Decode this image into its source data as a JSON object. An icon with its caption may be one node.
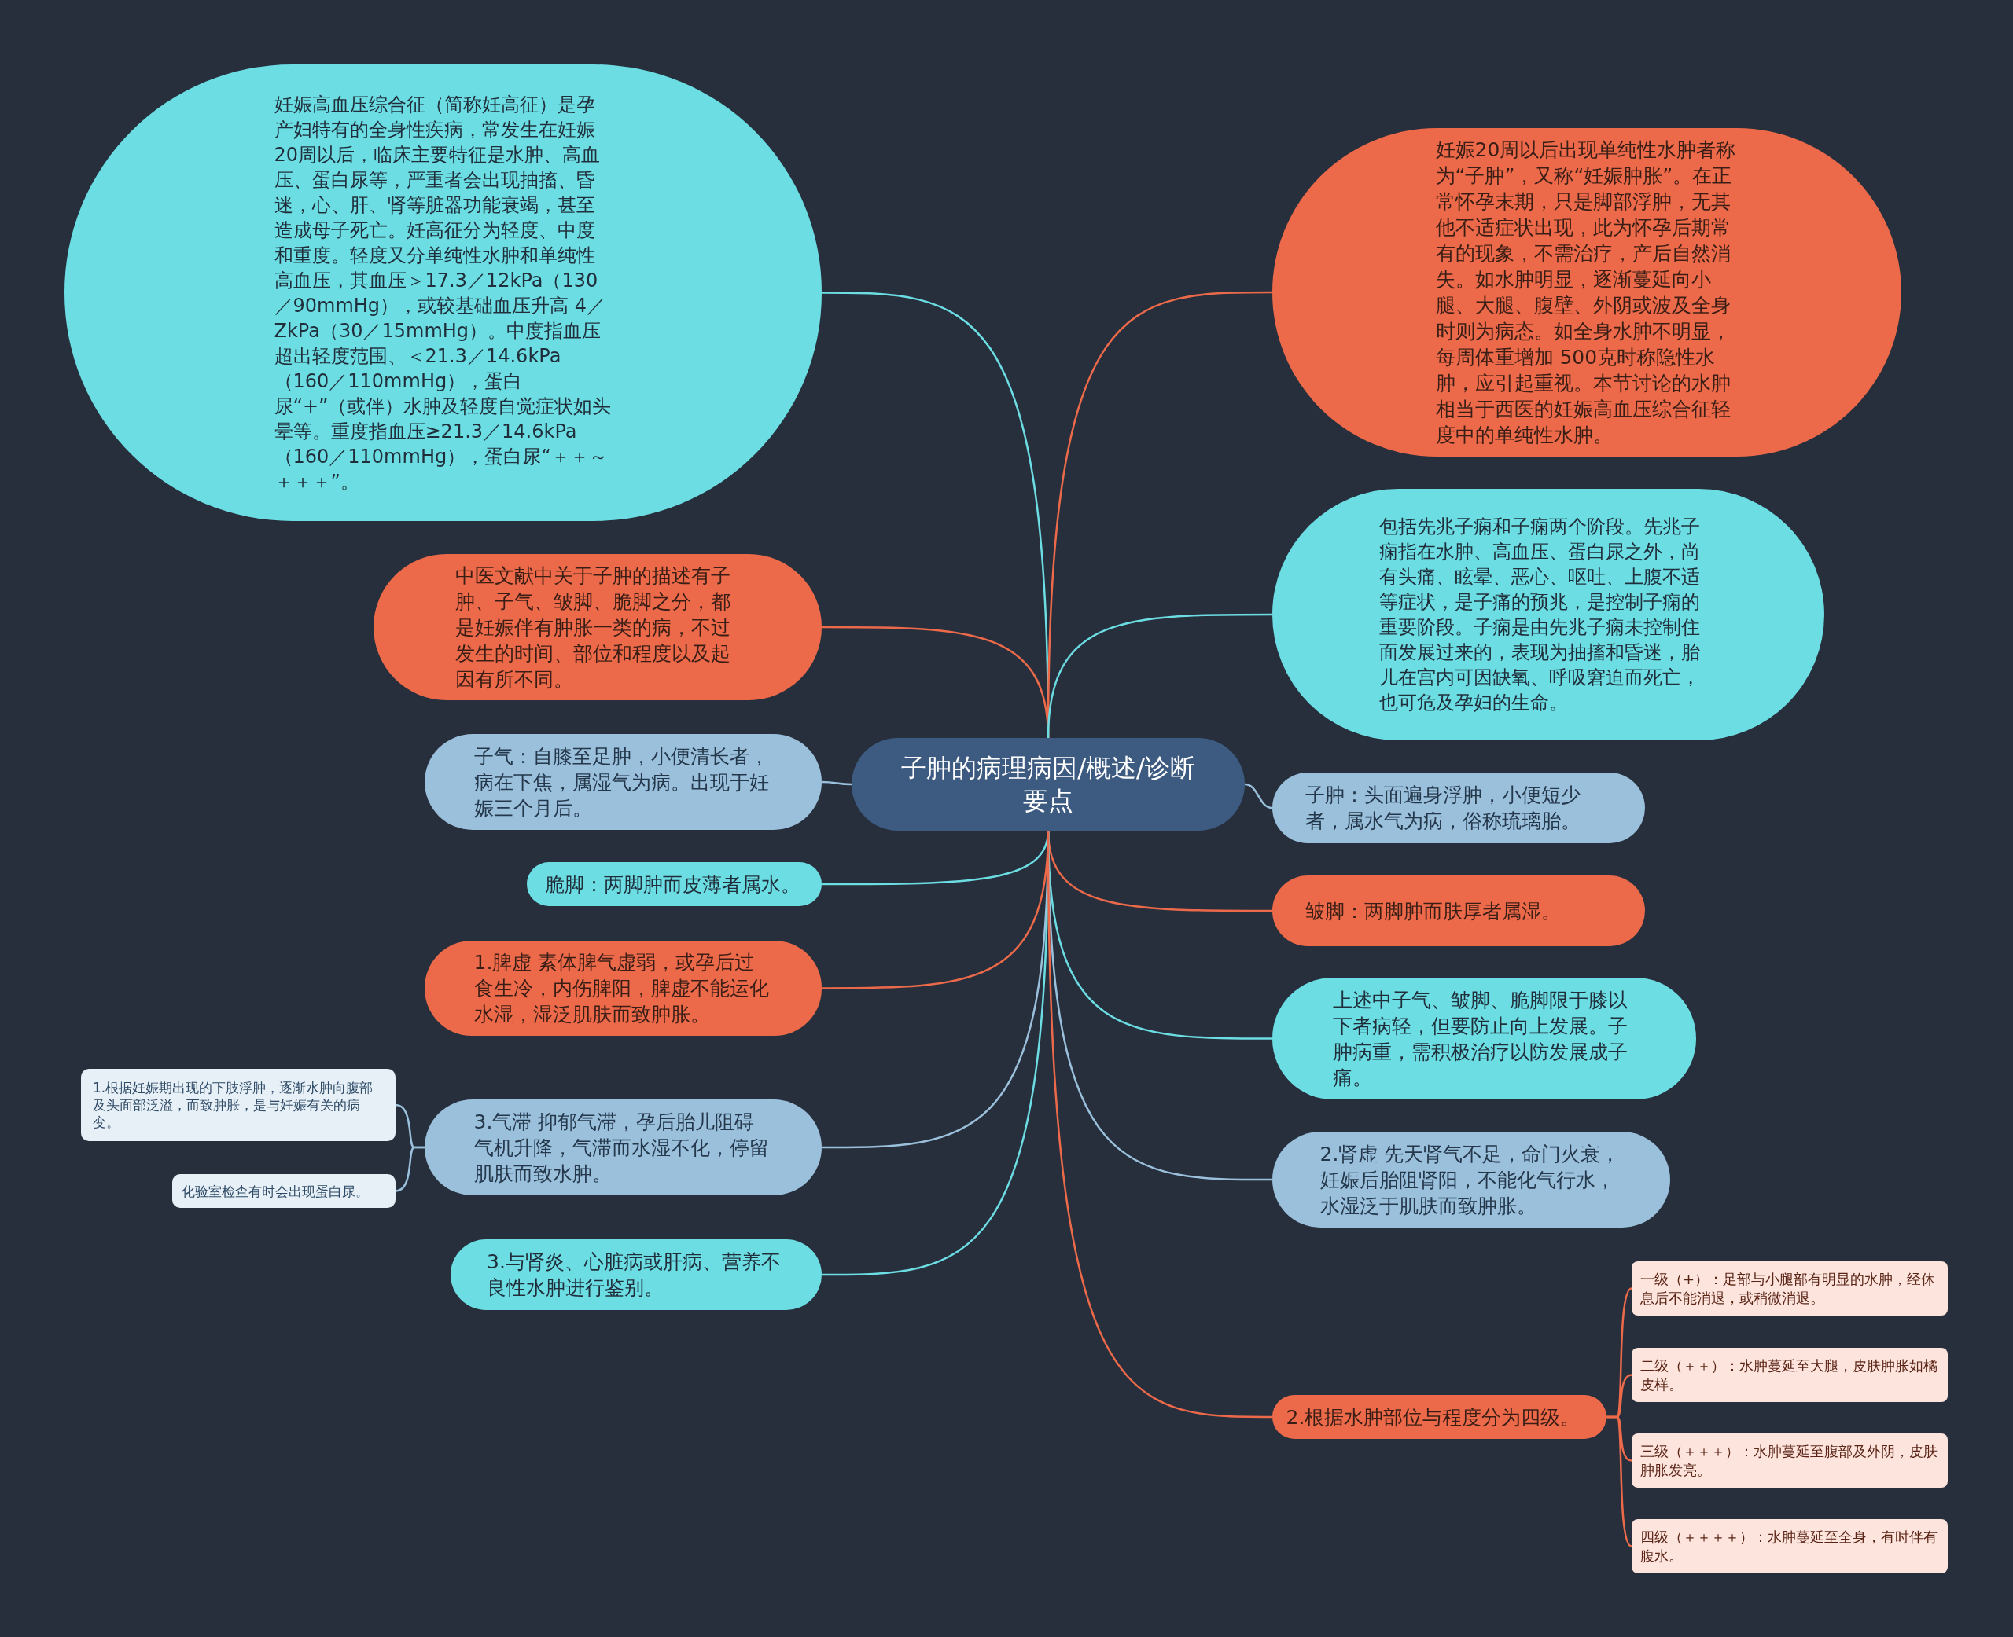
{
  "diagram": {
    "nodes": [
      {
        "text": [
          "子肿的病理病因/概述/诊断要点"
        ]
      },
      {
        "text": [
          "妊娠高血压综合征（简称妊高征）是孕产妇特有的全身性疾病，常发生在妊娠20周以后，临床主要特征是水肿、高血压、蛋白尿等，严重者会出现抽搐、昏迷，心、肝、肾等脏器功能衰竭，甚至造成母子死亡。妊高征分为轻度、中度和重度。轻度又分单纯性水肿和单纯性高血压，其血压＞17.3／12kPa（130／90mmHg），或较基础血压升高 4／ZkPa（30／15mmHg）。中度指血压超出轻度范围、＜21.3／14.6kPa（160／110mmHg），蛋白尿“+”（或伴）水肿及轻度自觉症状如头晕等。重度指血压≥21.3／14.6kPa（160／110mmHg），蛋白尿“＋＋～＋＋＋”。"
        ]
      },
      {
        "text": [
          "中医文献中关于子肿的描述有子肿、子气、皱脚、脆脚之分，都是妊娠伴有肿胀一类的病，不过发生的时间、部位和程度以及起因有所不同。"
        ]
      },
      {
        "text": [
          "子气：自膝至足肿，小便清长者，病在下焦，属湿气为病。出现于妊娠三个月后。"
        ]
      },
      {
        "text": [
          "脆脚：两脚肿而皮薄者属水。"
        ]
      },
      {
        "text": [
          "1.脾虚 素体脾气虚弱，或孕后过食生冷，内伤脾阳，脾虚不能运化水湿，湿泛肌肤而致肿胀。"
        ]
      },
      {
        "text": [
          "3.气滞 抑郁气滞，孕后胎儿阻碍气机升降，气滞而水湿不化，停留肌肤而致水肿。"
        ]
      },
      {
        "text": [
          "1.根据妊娠期出现的下肢浮肿，逐渐水肿向腹部及头面部泛溢，而致肿胀，是与妊娠有关的病变。"
        ]
      },
      {
        "text": [
          "化验室检查有时会出现蛋白尿。"
        ]
      },
      {
        "text": [
          "3.与肾炎、心脏病或肝病、营养不良性水肿进行鉴别。"
        ]
      },
      {
        "text": [
          "妊娠20周以后出现单纯性水肿者称为“子肿”，又称“妊娠肿胀”。在正常怀孕末期，只是脚部浮肿，无其他不适症状出现，此为怀孕后期常有的现象，不需治疗，产后自然消失。如水肿明显，逐渐蔓延向小腿、大腿、腹壁、外阴或波及全身时则为病态。如全身水肿不明显，每周体重增加 500克时称隐性水肿，应引起重视。本节讨论的水肿相当于西医的妊娠高血压综合征轻度中的单纯性水肿。"
        ]
      },
      {
        "text": [
          "包括先兆子痫和子痫两个阶段。先兆子痫指在水肿、高血压、蛋白尿之外，尚有头痛、眩晕、恶心、呕吐、上腹不适等症状，是子痛的预兆，是控制子痫的重要阶段。子痫是由先兆子痫未控制住面发展过来的，表现为抽搐和昏迷，胎儿在宫内可因缺氧、呼吸窘迫而死亡，也可危及孕妇的生命。"
        ]
      },
      {
        "text": [
          "子肿：头面遍身浮肿，小便短少者，属水气为病，俗称琉璃胎。"
        ]
      },
      {
        "text": [
          "皱脚：两脚肿而肤厚者属湿。"
        ]
      },
      {
        "text": [
          "上述中子气、皱脚、脆脚限于膝以下者病轻，但要防止向上发展。子肿病重，需积极治疗以防发展成子痛。"
        ]
      },
      {
        "text": [
          "2.肾虚 先天肾气不足，命门火衰，妊娠后胎阻肾阳，不能化气行水，水湿泛于肌肤而致肿胀。"
        ]
      },
      {
        "text": [
          "2.根据水肿部位与程度分为四级。"
        ]
      },
      {
        "text": [
          "一级（+）：足部与小腿部有明显的水肿，经休息后不能消退，或稍微消退。"
        ]
      },
      {
        "text": [
          "二级（＋＋）：水肿蔓延至大腿，皮肤肿胀如橘皮样。"
        ]
      },
      {
        "text": [
          "三级（＋＋＋）：水肿蔓延至腹部及外阴，皮肤肿胀发亮。"
        ]
      },
      {
        "text": [
          "四级（＋＋＋＋）：水肿蔓延至全身，有时伴有腹水。"
        ]
      }
    ],
    "edges": [
      {
        "from": 0,
        "to": 1,
        "arrow": "none",
        "color": "#6cdde3"
      },
      {
        "from": 0,
        "to": 2,
        "arrow": "none",
        "color": "#ec6a4a"
      },
      {
        "from": 0,
        "to": 3,
        "arrow": "none",
        "color": "#9bc0dc"
      },
      {
        "from": 0,
        "to": 4,
        "arrow": "none",
        "color": "#6cdde3"
      },
      {
        "from": 0,
        "to": 5,
        "arrow": "none",
        "color": "#ec6a4a"
      },
      {
        "from": 0,
        "to": 6,
        "arrow": "none",
        "color": "#9bc0dc"
      },
      {
        "from": 6,
        "to": 7,
        "arrow": "none",
        "color": "#9bc0dc"
      },
      {
        "from": 6,
        "to": 8,
        "arrow": "none",
        "color": "#9bc0dc"
      },
      {
        "from": 0,
        "to": 9,
        "arrow": "none",
        "color": "#6cdde3"
      },
      {
        "from": 0,
        "to": 10,
        "arrow": "none",
        "color": "#ec6a4a"
      },
      {
        "from": 0,
        "to": 11,
        "arrow": "none",
        "color": "#6cdde3"
      },
      {
        "from": 0,
        "to": 12,
        "arrow": "none",
        "color": "#9bc0dc"
      },
      {
        "from": 0,
        "to": 13,
        "arrow": "none",
        "color": "#ec6a4a"
      },
      {
        "from": 0,
        "to": 14,
        "arrow": "none",
        "color": "#6cdde3"
      },
      {
        "from": 0,
        "to": 15,
        "arrow": "none",
        "color": "#9bc0dc"
      },
      {
        "from": 0,
        "to": 16,
        "arrow": "none",
        "color": "#ec6a4a"
      },
      {
        "from": 16,
        "to": 17,
        "arrow": "none",
        "color": "#ec6a4a"
      },
      {
        "from": 16,
        "to": 18,
        "arrow": "none",
        "color": "#ec6a4a"
      },
      {
        "from": 16,
        "to": 19,
        "arrow": "none",
        "color": "#ec6a4a"
      },
      {
        "from": 16,
        "to": 20,
        "arrow": "none",
        "color": "#ec6a4a"
      }
    ]
  }
}
